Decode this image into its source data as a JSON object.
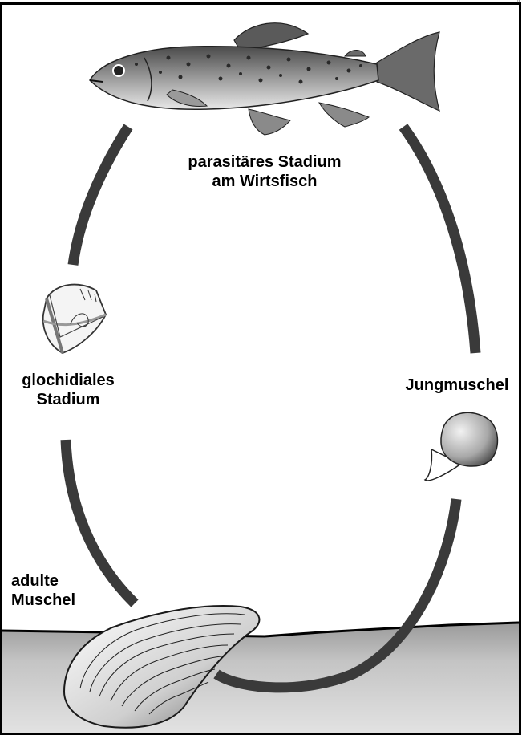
{
  "diagram": {
    "labels": {
      "host_fish_line1": "parasitäres Stadium",
      "host_fish_line2": "am Wirtsfisch",
      "glochidial_line1": "glochidiales",
      "glochidial_line2": "Stadium",
      "juvenile": "Jungmuschel",
      "adult_line1": "adulte",
      "adult_line2": "Muschel"
    },
    "colors": {
      "cycle_stroke": "#3a3a3a",
      "sediment": "#bdbdbd",
      "border": "#000000"
    },
    "icons": [
      "trout-fish-illustration",
      "glochidium-larva-illustration",
      "juvenile-mussel-illustration",
      "adult-mussel-illustration"
    ]
  }
}
